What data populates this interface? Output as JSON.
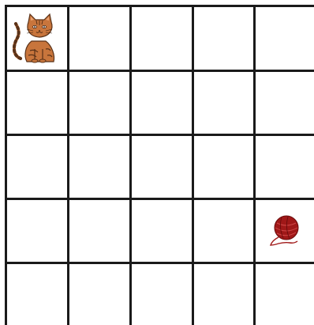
{
  "board": {
    "rows": 5,
    "cols": 5,
    "pieces": [
      {
        "name": "cat",
        "icon": "cat-icon",
        "row": 0,
        "col": 0,
        "color": "#c8753c"
      },
      {
        "name": "yarn",
        "icon": "yarn-ball-icon",
        "row": 3,
        "col": 4,
        "color": "#a01818"
      }
    ]
  },
  "colors": {
    "grid_line": "#1a1a1a",
    "background": "#ffffff"
  }
}
